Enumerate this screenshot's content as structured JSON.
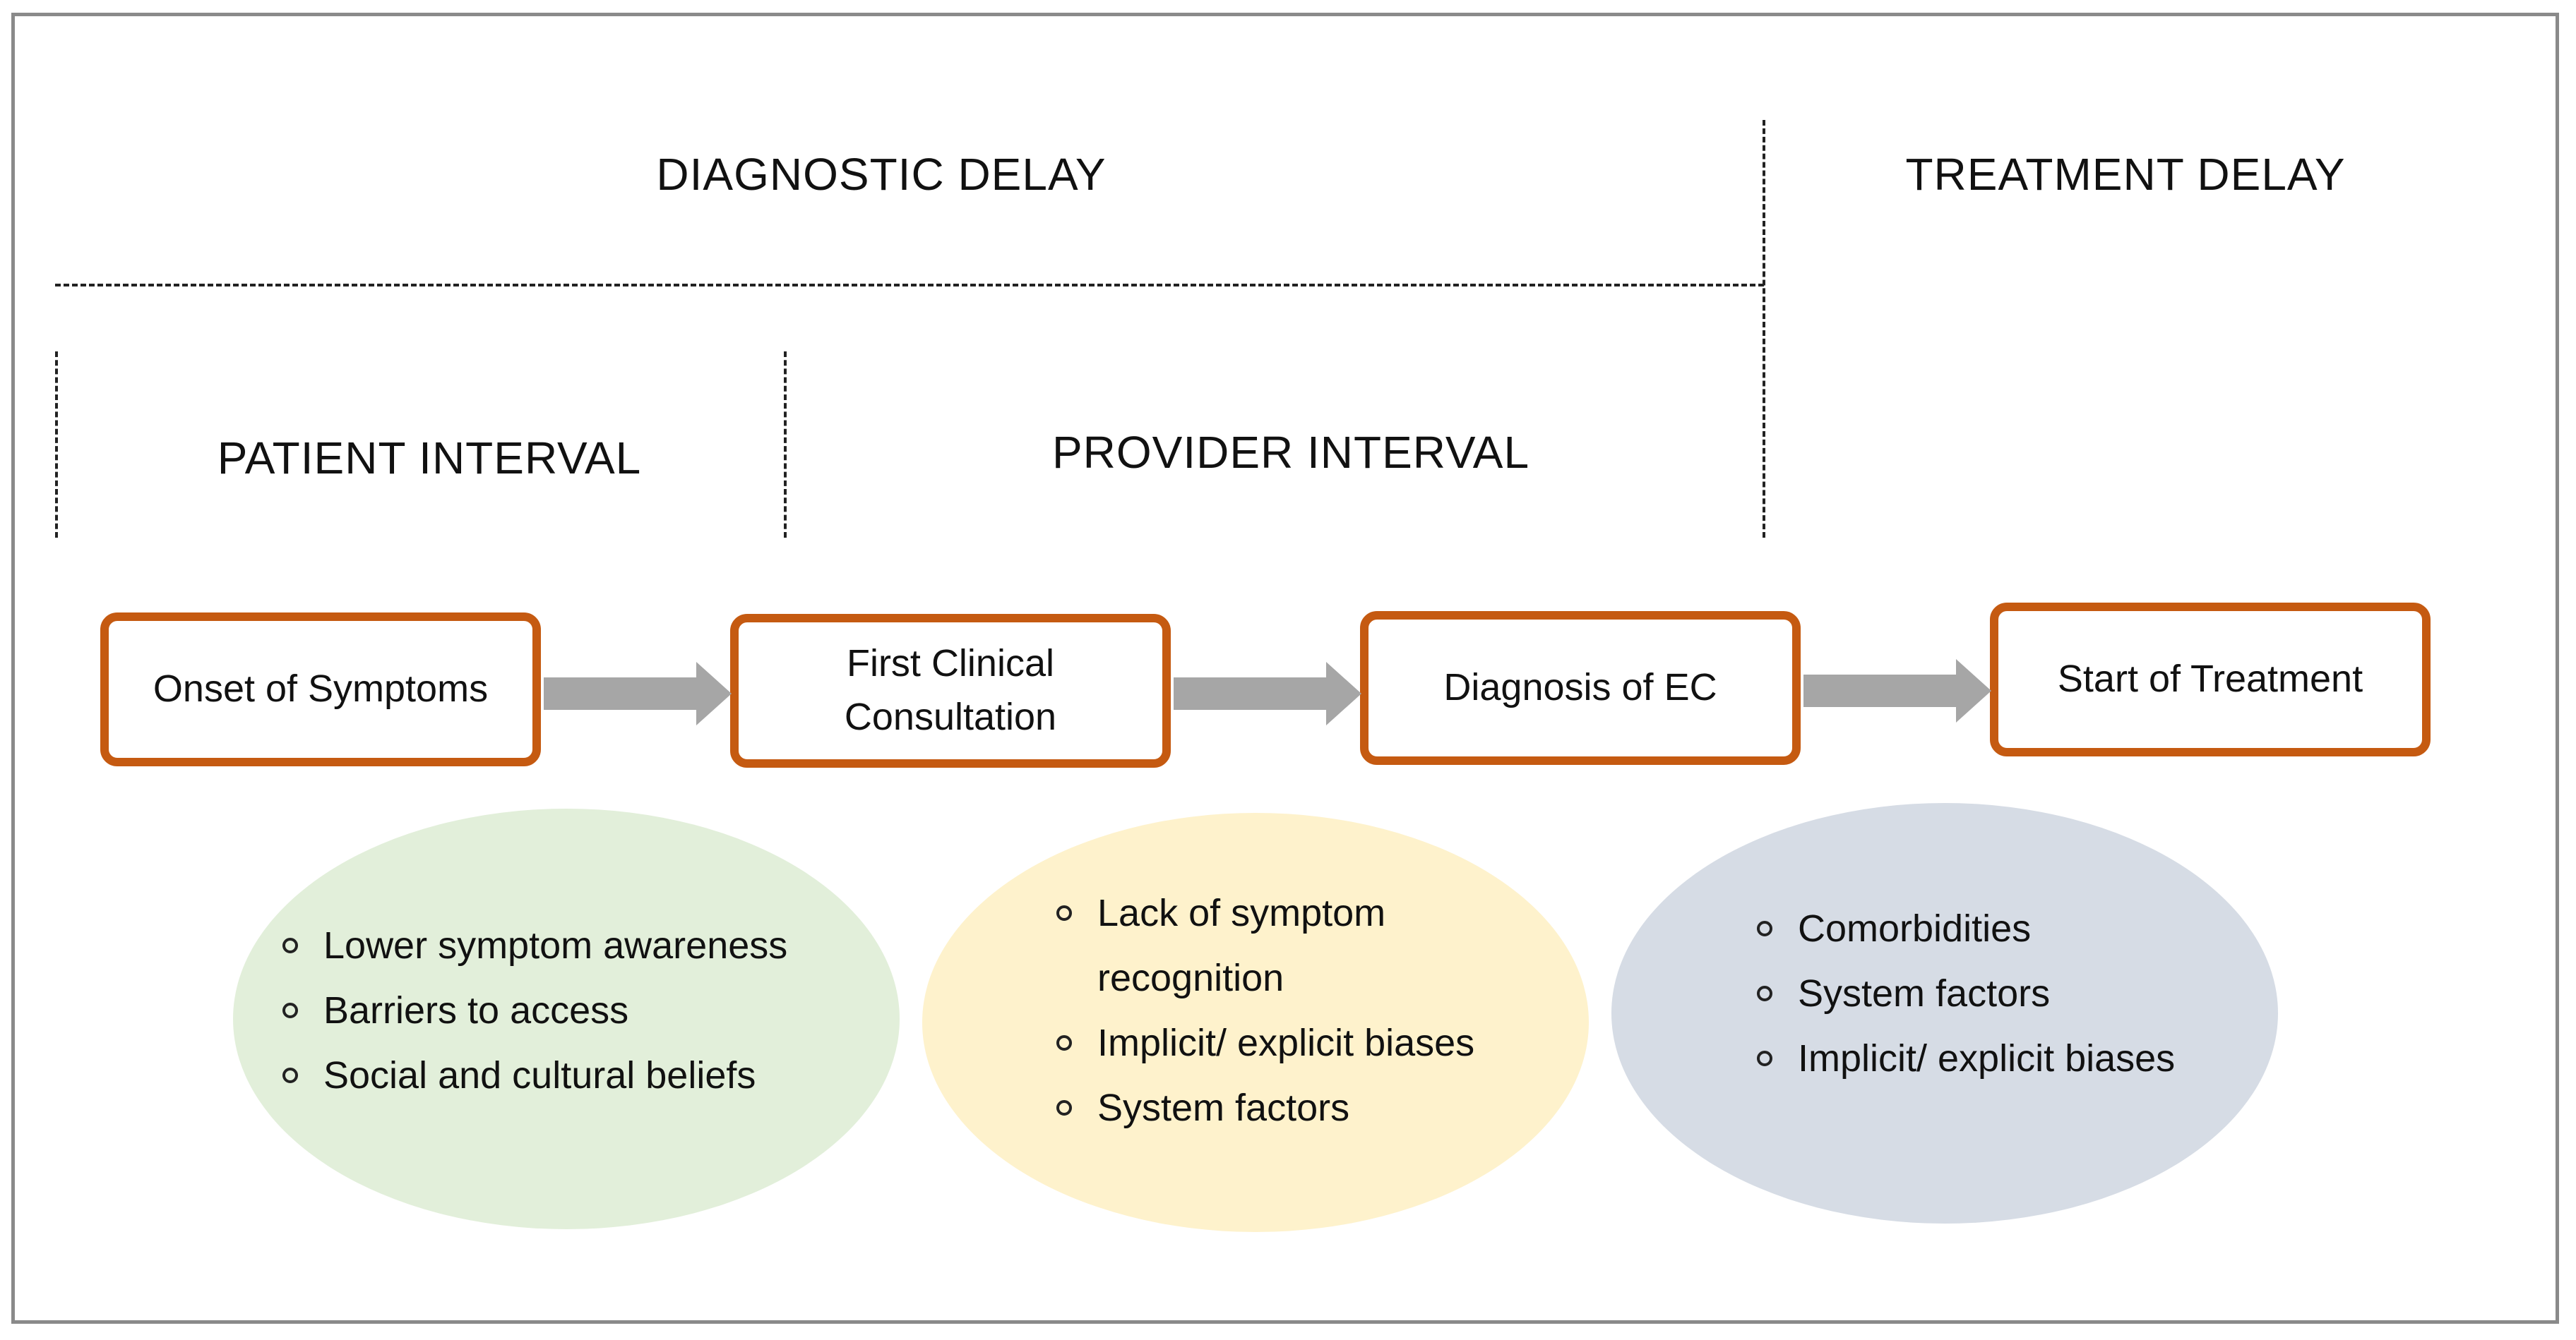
{
  "headings": {
    "diagnostic_delay": "DIAGNOSTIC DELAY",
    "treatment_delay": "TREATMENT DELAY",
    "patient_interval": "PATIENT INTERVAL",
    "provider_interval": "PROVIDER INTERVAL"
  },
  "stages": [
    {
      "label_lines": [
        "Onset of Symptoms"
      ]
    },
    {
      "label_lines": [
        "First Clinical",
        "Consultation"
      ]
    },
    {
      "label_lines": [
        "Diagnosis of EC"
      ]
    },
    {
      "label_lines": [
        "Start of Treatment"
      ]
    }
  ],
  "factor_groups": [
    {
      "color": "#e2efda",
      "items": [
        "Lower symptom awareness",
        "Barriers to access",
        "Social and cultural beliefs"
      ]
    },
    {
      "color": "#fef2cc",
      "items": [
        "Lack of symptom",
        "recognition",
        "Implicit/ explicit biases",
        "System factors"
      ]
    },
    {
      "color": "#d6dce5",
      "items": [
        "Comorbidities",
        "System factors",
        "Implicit/ explicit biases"
      ]
    }
  ],
  "colors": {
    "stage_border": "#c55a11",
    "arrow": "#a6a6a6",
    "frame": "#8a8a8a"
  }
}
